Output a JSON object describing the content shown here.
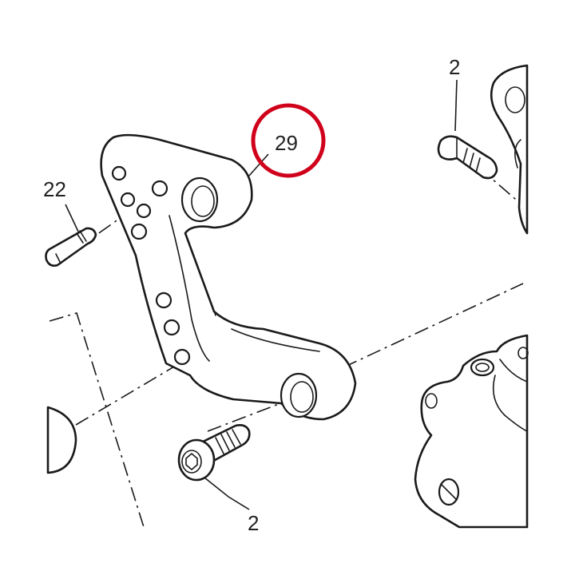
{
  "callouts": {
    "bracket": "29",
    "pin": "22",
    "screw_top": "2",
    "screw_bottom": "2"
  },
  "highlight": {
    "color": "#d0021b"
  }
}
